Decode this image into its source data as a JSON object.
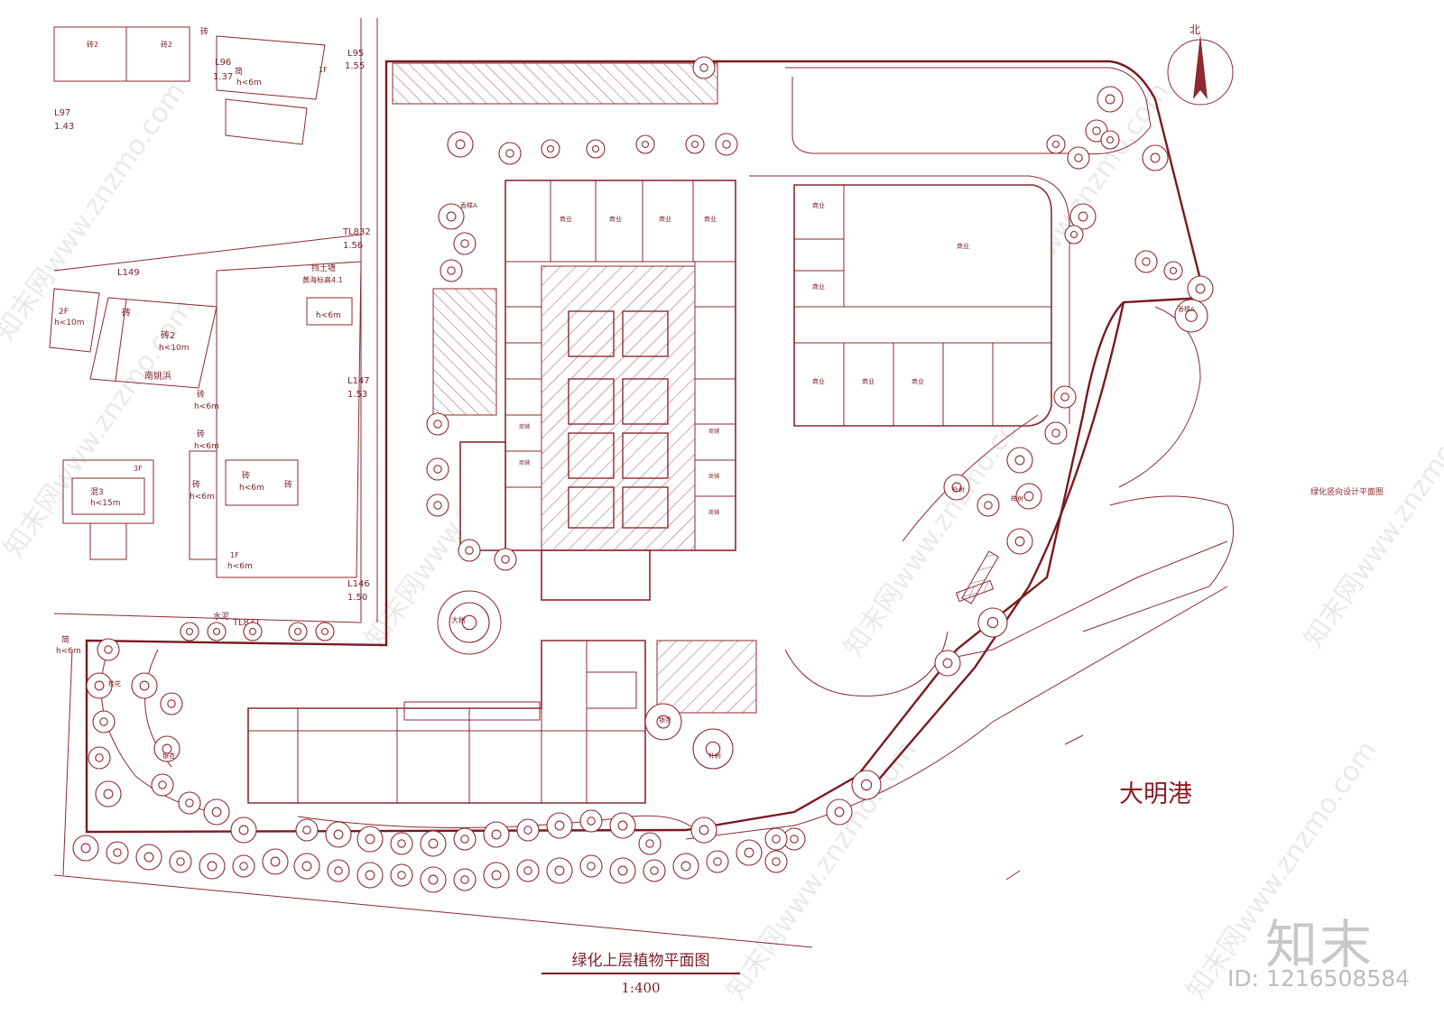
{
  "drawing": {
    "title": "绿化上层植物平面图",
    "scale": "1:400",
    "place_name": "大明港",
    "north_label": "北",
    "side_note": "绿化竖向设计平面图"
  },
  "watermark": {
    "logo": "知末",
    "id": "ID: 1216508584",
    "site_text": "知末网www.znzmo.com"
  },
  "labels": {
    "south_village": "南姚浜",
    "retaining_wall": "挡土墙",
    "retaining_wall_elev": "黄海标高4.1",
    "brick": "砖",
    "brick2": "砖2",
    "height_6": "h<6m",
    "height_10": "h<10m",
    "height_15": "h<15m",
    "concrete3": "混3",
    "fl1": "1F",
    "fl2": "2F",
    "fl3": "3F",
    "shed": "简",
    "road_L97": "L97",
    "road_L96": "L96",
    "road_L95": "L95",
    "road_L149": "L149",
    "road_L147": "L147",
    "road_L146": "L146",
    "road_TL832": "TL832",
    "road_TL831": "TL831",
    "elev_143": "1.43",
    "elev_137": "1.37",
    "elev_156": "1.56",
    "elev_153": "1.53",
    "elev_150": "1.50",
    "elev_155": "1.55",
    "water_mud": "水泥",
    "shop": "商业",
    "stall": "商铺",
    "square_tree": "香樟A",
    "tree_b": "桂花",
    "tree_c": "银杏",
    "tree_d": "朴树",
    "tree_e": "榉树",
    "big_tree": "大树"
  },
  "colors": {
    "line": "#8b2a30",
    "text": "#7a1f24",
    "watermark": "#c8c8c8",
    "background": "#ffffff"
  }
}
